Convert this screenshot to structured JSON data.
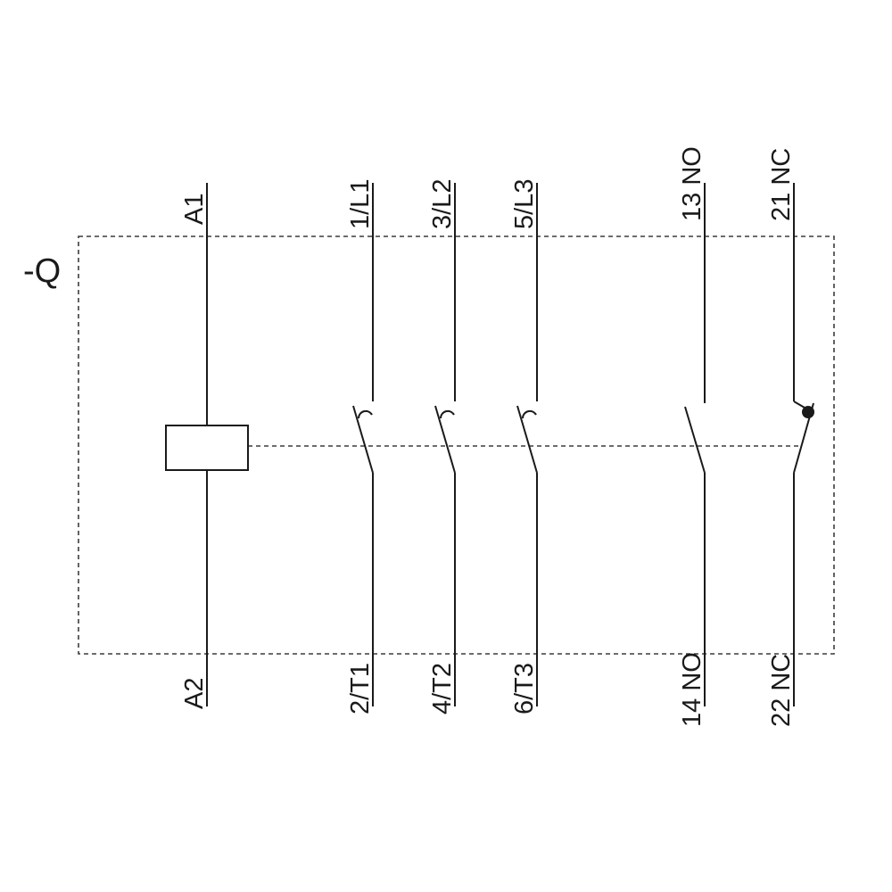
{
  "diagram": {
    "type": "contactor-schematic",
    "reference": "-Q",
    "coil": {
      "top_terminal": "A1",
      "bottom_terminal": "A2"
    },
    "main_poles": [
      {
        "top": "1/L1",
        "bottom": "2/T1"
      },
      {
        "top": "3/L2",
        "bottom": "4/T2"
      },
      {
        "top": "5/L3",
        "bottom": "6/T3"
      }
    ],
    "aux_contacts": [
      {
        "top": "13 NO",
        "bottom": "14 NO",
        "kind": "normally-open"
      },
      {
        "top": "21 NC",
        "bottom": "22 NC",
        "kind": "normally-closed"
      }
    ],
    "colors": {
      "line": "#1a1a1a",
      "dashed": "#3c3c3c",
      "background": "#ffffff"
    }
  }
}
